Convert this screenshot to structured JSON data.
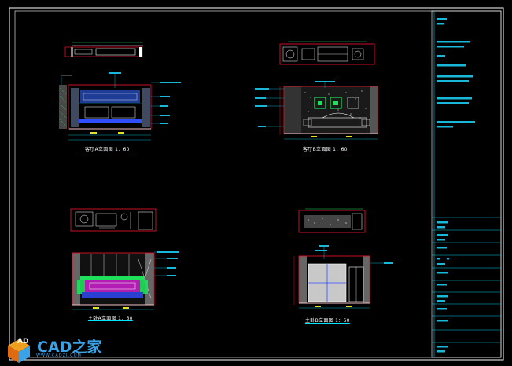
{
  "drawing": {
    "views": [
      {
        "id": "living-room-elevation-a",
        "caption": "客厅A立面图  1：60"
      },
      {
        "id": "living-room-elevation-b",
        "caption": "客厅B立面图  1：60"
      },
      {
        "id": "master-bedroom-elevation-a",
        "caption": "主卧A立面图  1：60"
      },
      {
        "id": "master-bedroom-elevation-b",
        "caption": "主卧B立面图  1：60"
      }
    ],
    "colors": {
      "background": "#000000",
      "frame": "#ffffff",
      "title_block": "#00c8e8",
      "wall_red": "#e0102a",
      "dim_cyan": "#00d8f0",
      "green": "#1ee05a",
      "yellow": "#e8e020",
      "magenta": "#e030e0",
      "blue": "#3050ff"
    }
  },
  "watermark": {
    "brand": "CAD之家",
    "url": "WWW.CADZJ.COM",
    "logo_letter": "AD"
  }
}
